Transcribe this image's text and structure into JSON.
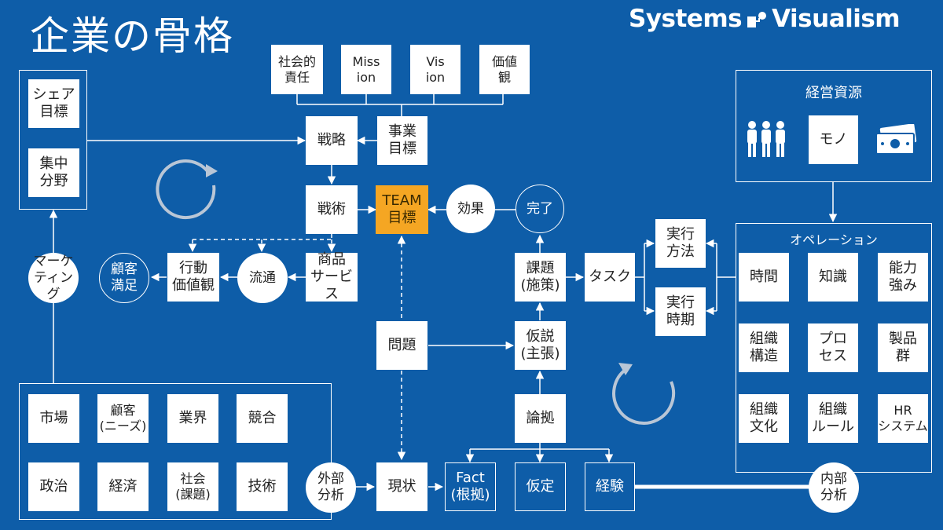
{
  "header": {
    "title": "企業の骨格",
    "brand": "Systems",
    "brand2": "Visualism"
  },
  "top_boxes": {
    "social": "社会的\n責任",
    "mission": "Miss\nion",
    "vision": "Vis\nion",
    "values": "価値\n観"
  },
  "core": {
    "strategy": "戦略",
    "business_goal": "事業\n目標",
    "tactics": "戦術",
    "team_goal": "TEAM\n目標",
    "effect": "効果",
    "complete": "完了",
    "product": "商品\nサービス",
    "distribution": "流通",
    "behavior": "行動\n価値観",
    "satisfaction": "顧客\n満足"
  },
  "left_panel": {
    "share": "シェア\n目標",
    "focus": "集中\n分野",
    "marketing": "マーケ\nティング"
  },
  "middle": {
    "issue": "課題\n(施策)",
    "task": "タスク",
    "problem": "問題",
    "hypothesis": "仮説\n(主張)",
    "evidence": "論拠",
    "current": "現状",
    "fact": "Fact\n(根拠)",
    "assumption": "仮定",
    "experience": "経験",
    "method": "実行\n方法",
    "timing": "実行\n時期"
  },
  "external": {
    "label": "外部\n分析",
    "items": [
      "市場",
      "顧客\n(ニーズ)",
      "業界",
      "競合",
      "政治",
      "経済",
      "社会\n(課題)",
      "技術"
    ]
  },
  "resources": {
    "title": "経営資源",
    "people_icon": "people-icon",
    "goods": "モノ",
    "money_icon": "money-icon"
  },
  "operations": {
    "title": "オペレーション",
    "items": [
      "時間",
      "知識",
      "能力\n強み",
      "組織\n構造",
      "プロ\nセス",
      "製品\n群",
      "組織\n文化",
      "組織\nルール",
      "HR\nシステム"
    ]
  },
  "internal": {
    "label": "内部\n分析"
  },
  "colors": {
    "background": "#0e5da8",
    "box": "#ffffff",
    "accent": "#f5a623",
    "cycle_arrow": "#b9c6d6"
  }
}
